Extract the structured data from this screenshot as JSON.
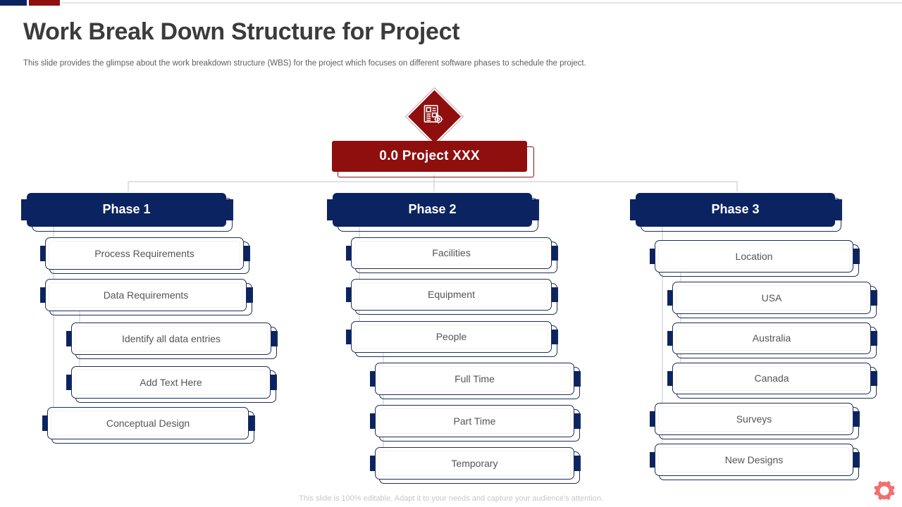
{
  "header": {
    "title": "Work Break Down Structure for Project",
    "subtitle": "This slide provides the glimpse about the work breakdown structure (WBS) for the project which focuses on different software phases to schedule the project."
  },
  "badge": {
    "icon": "document-gear-icon",
    "shape": "diamond"
  },
  "colors": {
    "navy": "#0b2361",
    "red": "#8f0f0f",
    "text": "#545454",
    "wire": "#cfcfcf",
    "gear": "#f07070"
  },
  "tree": {
    "root": {
      "label": "0.0 Project XXX"
    },
    "columns": [
      {
        "header": "Phase 1",
        "nodes": [
          {
            "label": "Process Requirements",
            "depth": 0
          },
          {
            "label": "Data Requirements",
            "depth": 0
          },
          {
            "label": "Identify  all data entries",
            "depth": 1
          },
          {
            "label": "Add Text Here",
            "depth": 1
          },
          {
            "label": "Conceptual Design",
            "depth": 0
          }
        ]
      },
      {
        "header": "Phase 2",
        "nodes": [
          {
            "label": "Facilities",
            "depth": 0
          },
          {
            "label": "Equipment",
            "depth": 0
          },
          {
            "label": "People",
            "depth": 0
          },
          {
            "label": "Full Time",
            "depth": 1
          },
          {
            "label": "Part Time",
            "depth": 1
          },
          {
            "label": "Temporary",
            "depth": 1
          }
        ]
      },
      {
        "header": "Phase 3",
        "nodes": [
          {
            "label": "Location",
            "depth": 0
          },
          {
            "label": "USA",
            "depth": 1
          },
          {
            "label": "Australia",
            "depth": 1
          },
          {
            "label": "Canada",
            "depth": 1
          },
          {
            "label": "Surveys",
            "depth": 0
          },
          {
            "label": "New Designs",
            "depth": 0
          }
        ]
      }
    ]
  },
  "footer": {
    "note": "This slide is 100% editable. Adapt it to your needs and capture your audience's attention.",
    "icon": "gear-icon"
  }
}
